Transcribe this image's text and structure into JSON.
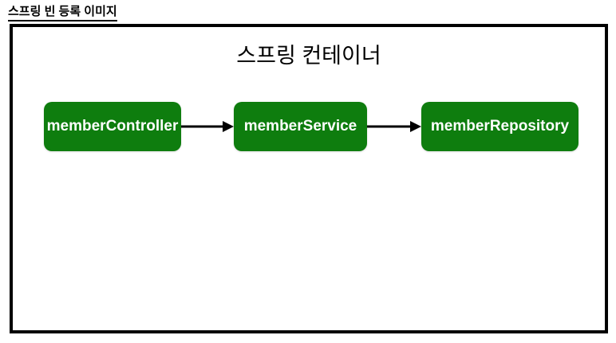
{
  "page_label": "스프링 빈 등록 이미지",
  "container": {
    "title": "스프링 컨테이너",
    "beans": [
      {
        "label": "memberController"
      },
      {
        "label": "memberService"
      },
      {
        "label": "memberRepository"
      }
    ],
    "relations": [
      {
        "from": "memberController",
        "to": "memberService"
      },
      {
        "from": "memberService",
        "to": "memberRepository"
      }
    ]
  },
  "colors": {
    "background": "#ffffff",
    "border": "#000000",
    "arrow": "#000000",
    "bean_fill": "#0e7d0e",
    "bean_text": "#ffffff"
  }
}
